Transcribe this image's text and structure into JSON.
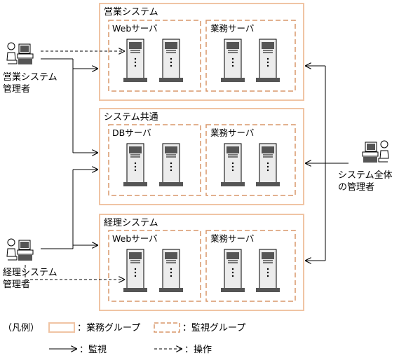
{
  "colors": {
    "group_border": "#f0c4a4",
    "dashed_border": "#d9976a",
    "line": "#000000",
    "server_dark": "#555555",
    "server_light": "#ececec"
  },
  "groups": [
    {
      "id": "sales",
      "title": "営業システム",
      "subgroups": [
        "Webサーバ",
        "業務サーバ"
      ]
    },
    {
      "id": "common",
      "title": "システム共通",
      "subgroups": [
        "DBサーバ",
        "業務サーバ"
      ]
    },
    {
      "id": "acct",
      "title": "経理システム",
      "subgroups": [
        "Webサーバ",
        "業務サーバ"
      ]
    }
  ],
  "actors": {
    "sales_admin": [
      "営業システム",
      "管理者"
    ],
    "acct_admin": [
      "経理システム",
      "管理者"
    ],
    "all_admin": [
      "システム全体",
      "の管理者"
    ]
  },
  "legend": {
    "title": "（凡例）",
    "business_group": "：業務グループ",
    "monitor_group": "：監視グループ",
    "monitor": "：監視",
    "operation": "：操作"
  }
}
